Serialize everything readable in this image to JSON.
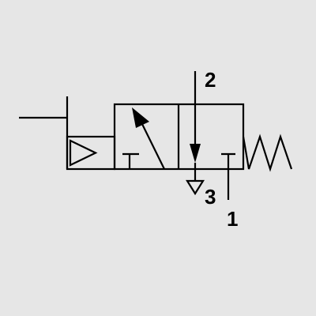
{
  "colors": {
    "background": "#e6e6e6",
    "line": "#000000"
  },
  "symbol": {
    "ports": [
      {
        "id": "port-2",
        "label": "2"
      },
      {
        "id": "port-3",
        "label": "3"
      },
      {
        "id": "port-1",
        "label": "1"
      }
    ]
  }
}
